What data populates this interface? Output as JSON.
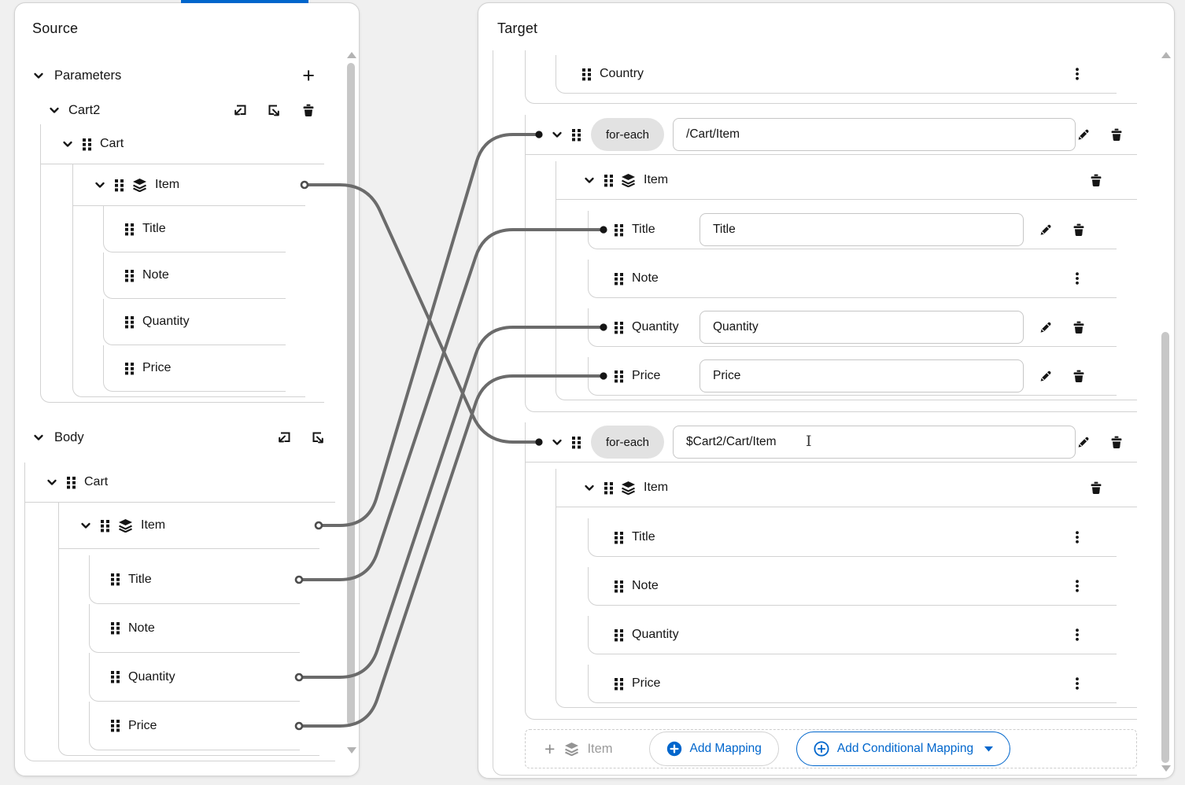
{
  "colors": {
    "accent_blue": "#0066cc",
    "line_gray": "#6b6b6b",
    "border_gray": "#d2d2d2"
  },
  "source": {
    "title": "Source",
    "parameters_label": "Parameters",
    "cart2": {
      "label": "Cart2",
      "cart_label": "Cart",
      "item_label": "Item",
      "fields": {
        "title": "Title",
        "note": "Note",
        "quantity": "Quantity",
        "price": "Price"
      }
    },
    "body": {
      "label": "Body",
      "cart_label": "Cart",
      "item_label": "Item",
      "fields": {
        "title": "Title",
        "note": "Note",
        "quantity": "Quantity",
        "price": "Price"
      }
    }
  },
  "target": {
    "title": "Target",
    "country_label": "Country",
    "foreach1": {
      "keyword": "for-each",
      "expression": "/Cart/Item",
      "item_label": "Item",
      "title": {
        "label": "Title",
        "value": "Title"
      },
      "note": {
        "label": "Note"
      },
      "quantity": {
        "label": "Quantity",
        "value": "Quantity"
      },
      "price": {
        "label": "Price",
        "value": "Price"
      }
    },
    "foreach2": {
      "keyword": "for-each",
      "expression": "$Cart2/Cart/Item",
      "item_label": "Item",
      "title": {
        "label": "Title"
      },
      "note": {
        "label": "Note"
      },
      "quantity": {
        "label": "Quantity"
      },
      "price": {
        "label": "Price"
      }
    },
    "footer": {
      "add_item_label": "Item",
      "add_mapping_label": "Add Mapping",
      "add_conditional_label": "Add Conditional Mapping"
    }
  },
  "mappings": [
    {
      "from": "src-body-item",
      "to": "tgt-foreach1"
    },
    {
      "from": "src-body-title",
      "to": "tgt-f1-title"
    },
    {
      "from": "src-body-quantity",
      "to": "tgt-f1-quantity"
    },
    {
      "from": "src-body-price",
      "to": "tgt-f1-price"
    },
    {
      "from": "src-cart2-item",
      "to": "tgt-foreach2"
    }
  ]
}
